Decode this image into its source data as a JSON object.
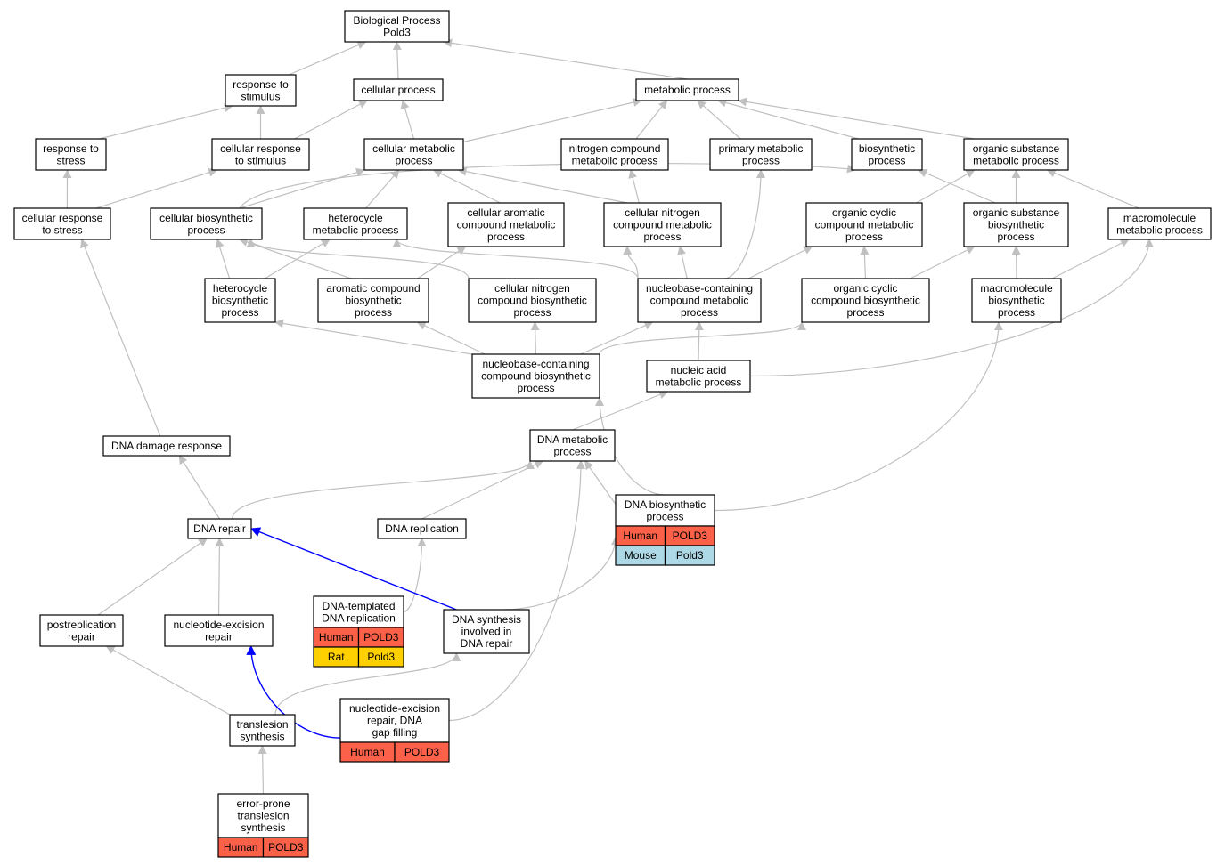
{
  "colors": {
    "edge": "#c0c0c0",
    "highlight_edge": "#0000ff",
    "human": "#fa6148",
    "rat": "#ffd000",
    "mouse": "#add8e6"
  },
  "nodes": {
    "bp_pold3": [
      "Biological Process",
      "Pold3"
    ],
    "response_to_stimulus": [
      "response to",
      "stimulus"
    ],
    "cellular_process": [
      "cellular process"
    ],
    "metabolic_process": [
      "metabolic process"
    ],
    "response_to_stress": [
      "response to",
      "stress"
    ],
    "cellular_response_to_stimulus": [
      "cellular response",
      "to stimulus"
    ],
    "cellular_metabolic_process": [
      "cellular metabolic",
      "process"
    ],
    "nitrogen_compound_metabolic_process": [
      "nitrogen compound",
      "metabolic process"
    ],
    "primary_metabolic_process": [
      "primary metabolic",
      "process"
    ],
    "biosynthetic_process": [
      "biosynthetic",
      "process"
    ],
    "organic_substance_metabolic_process": [
      "organic substance",
      "metabolic process"
    ],
    "cellular_response_to_stress": [
      "cellular response",
      "to stress"
    ],
    "cellular_biosynthetic_process": [
      "cellular biosynthetic",
      "process"
    ],
    "heterocycle_metabolic_process": [
      "heterocycle",
      "metabolic process"
    ],
    "cellular_aromatic_compound_metabolic_process": [
      "cellular aromatic",
      "compound metabolic",
      "process"
    ],
    "cellular_nitrogen_compound_metabolic_process": [
      "cellular nitrogen",
      "compound metabolic",
      "process"
    ],
    "organic_cyclic_compound_metabolic_process": [
      "organic cyclic",
      "compound metabolic",
      "process"
    ],
    "organic_substance_biosynthetic_process": [
      "organic substance",
      "biosynthetic",
      "process"
    ],
    "macromolecule_metabolic_process": [
      "macromolecule",
      "metabolic process"
    ],
    "heterocycle_biosynthetic_process": [
      "heterocycle",
      "biosynthetic",
      "process"
    ],
    "aromatic_compound_biosynthetic_process": [
      "aromatic compound",
      "biosynthetic",
      "process"
    ],
    "cellular_nitrogen_compound_biosynthetic_process": [
      "cellular nitrogen",
      "compound biosynthetic",
      "process"
    ],
    "nucleobase_containing_compound_metabolic_process": [
      "nucleobase-containing",
      "compound metabolic",
      "process"
    ],
    "organic_cyclic_compound_biosynthetic_process": [
      "organic cyclic",
      "compound biosynthetic",
      "process"
    ],
    "macromolecule_biosynthetic_process": [
      "macromolecule",
      "biosynthetic",
      "process"
    ],
    "nucleobase_containing_compound_biosynthetic_process": [
      "nucleobase-containing",
      "compound biosynthetic",
      "process"
    ],
    "nucleic_acid_metabolic_process": [
      "nucleic acid",
      "metabolic process"
    ],
    "dna_damage_response": [
      "DNA damage response"
    ],
    "dna_metabolic_process": [
      "DNA metabolic",
      "process"
    ],
    "dna_repair": [
      "DNA repair"
    ],
    "dna_replication": [
      "DNA replication"
    ],
    "dna_biosynthetic_process": [
      "DNA biosynthetic",
      "process"
    ],
    "dna_templated_dna_replication": [
      "DNA-templated",
      "DNA replication"
    ],
    "postreplication_repair": [
      "postreplication",
      "repair"
    ],
    "nucleotide_excision_repair": [
      "nucleotide-excision",
      "repair"
    ],
    "dna_synthesis_involved_in_dna_repair": [
      "DNA synthesis",
      "involved in",
      "DNA repair"
    ],
    "translesion_synthesis": [
      "translesion",
      "synthesis"
    ],
    "ner_dna_gap_filling": [
      "nucleotide-excision",
      "repair, DNA",
      "gap filling"
    ],
    "error_prone_translesion_synthesis": [
      "error-prone",
      "translesion",
      "synthesis"
    ]
  },
  "annotations": {
    "dna_biosynthetic_process": [
      {
        "species": "Human",
        "gene": "POLD3"
      },
      {
        "species": "Mouse",
        "gene": "Pold3"
      }
    ],
    "dna_templated_dna_replication": [
      {
        "species": "Human",
        "gene": "POLD3"
      },
      {
        "species": "Rat",
        "gene": "Pold3"
      }
    ],
    "ner_dna_gap_filling": [
      {
        "species": "Human",
        "gene": "POLD3"
      }
    ],
    "error_prone_translesion_synthesis": [
      {
        "species": "Human",
        "gene": "POLD3"
      }
    ]
  }
}
